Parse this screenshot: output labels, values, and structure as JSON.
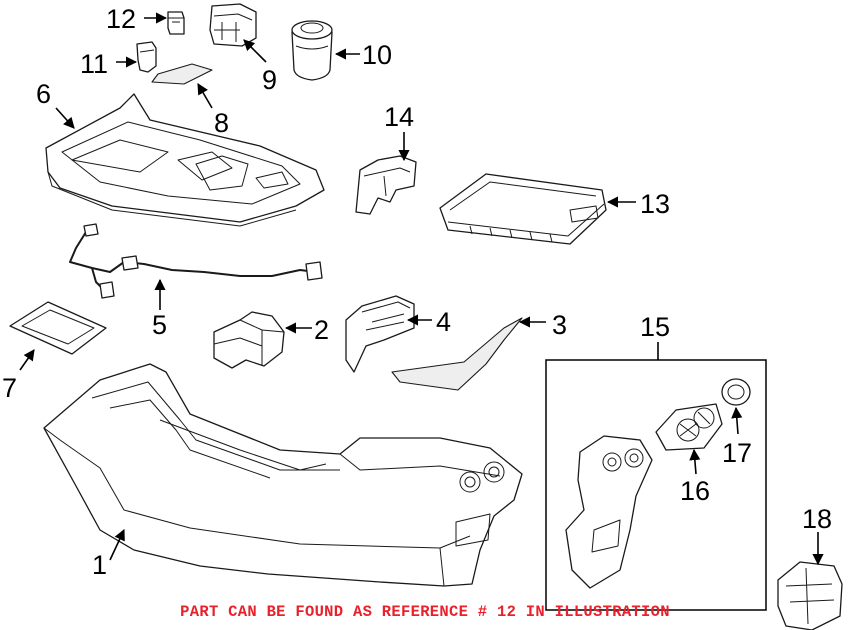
{
  "callouts": {
    "c1": "1",
    "c2": "2",
    "c3": "3",
    "c4": "4",
    "c5": "5",
    "c6": "6",
    "c7": "7",
    "c8": "8",
    "c9": "9",
    "c10": "10",
    "c11": "11",
    "c12": "12",
    "c13": "13",
    "c14": "14",
    "c15": "15",
    "c16": "16",
    "c17": "17",
    "c18": "18"
  },
  "footnote": {
    "text": "PART CAN BE FOUND AS REFERENCE # 12 IN ILLUSTRATION",
    "color": "#e8212b"
  }
}
